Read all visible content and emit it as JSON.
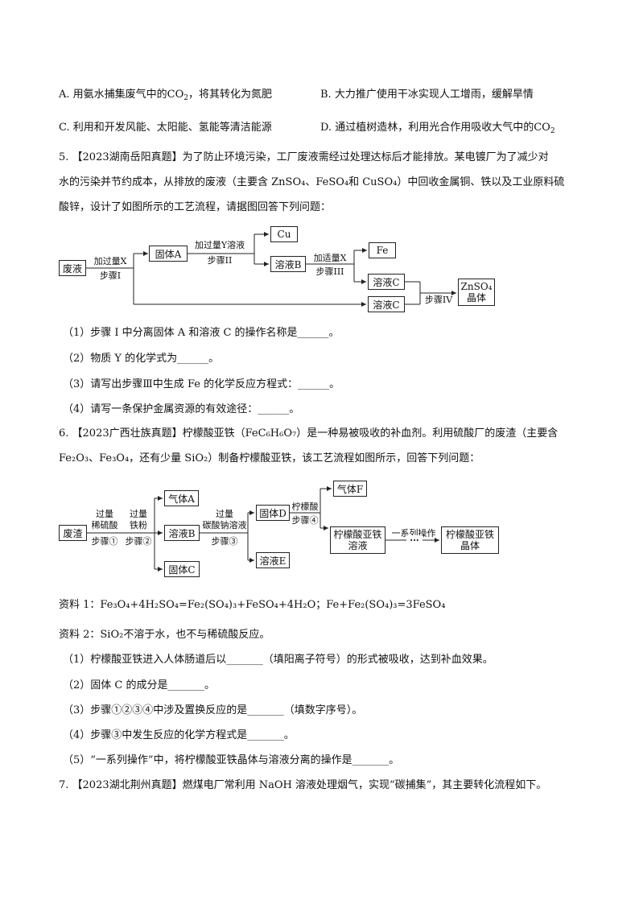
{
  "options": {
    "A": [
      "A.  用氨水捕集废气中的CO",
      "2",
      "，将其转化为氮肥"
    ],
    "B": "B.  大力推广使用干冰实现人工增雨，缓解旱情",
    "C": "C.  利用和开发风能、太阳能、氢能等清洁能源",
    "D": [
      "D.  通过植树造林，利用光合作用吸收大气中的CO",
      "2"
    ]
  },
  "q5": {
    "l1": "5. 【2023湖南岳阳真题】为了防止环境污染，工厂废液需经过处理达标后才能排放。某电镀厂为了减少对",
    "l2": "水的污染并节约成本，从排放的废液（主要含 ZnSO₄、FeSO₄和 CuSO₄）中回收金属铜、铁以及工业原料硫",
    "l3": "酸锌，设计了如图所示的工艺流程，请据图回答下列问题：",
    "flow": {
      "b_waste": "废液",
      "b_solidA": "固体A",
      "b_cu": "Cu",
      "b_solB": "溶液B",
      "b_fe": "Fe",
      "b_solC1": "溶液C",
      "b_solC2": "溶液C",
      "b_znso4": "ZnSO₄",
      "b_znso4b": "晶体",
      "a1_top": "加过量X",
      "a1_bot": "步骤I",
      "a2_top": "加过量Y溶液",
      "a2_bot": "步骤II",
      "a3_top": "加适量X",
      "a3_bot": "步骤III",
      "a4_bot": "步骤IV"
    },
    "s1": "（1）步骤 I 中分离固体 A 和溶液 C 的操作名称是______。",
    "s2": "（2）物质 Y 的化学式为______。",
    "s3": "（3）请写出步骤Ⅲ中生成 Fe 的化学反应方程式：______。",
    "s4": "（4）请写一条保护金属资源的有效途径：______。"
  },
  "q6": {
    "l1": "6. 【2023广西壮族真题】柠檬酸亚铁（FeC₆H₆O₇）是一种易被吸收的补血剂。利用硫酸厂的废渣（主要含",
    "l2": "Fe₂O₃、Fe₃O₄，还有少量 SiO₂）制备柠檬酸亚铁，该工艺流程如图所示，回答下列问题：",
    "flow": {
      "b_slag": "废渣",
      "b_gasA": "气体A",
      "b_solB": "溶液B",
      "b_solidC": "固体C",
      "b_solidD": "固体D",
      "b_solE": "溶液E",
      "b_gasF": "气体F",
      "b_fcs1": "柠檬酸亚铁",
      "b_fcs2": "溶液",
      "b_fcc1": "柠檬酸亚铁",
      "b_fcc2": "晶体",
      "a1_t1": "过量",
      "a1_t2": "稀硫酸",
      "a1_b": "步骤①",
      "a2_t1": "过量",
      "a2_t2": "铁粉",
      "a2_b": "步骤②",
      "a3_t1": "过量",
      "a3_t2": "碳酸钠溶液",
      "a3_b": "步骤③",
      "a4_t": "柠檬酸",
      "a4_b": "步骤④",
      "a5_t": "一系列操作",
      "a5_dots": "···"
    },
    "r1": "资料 1：Fe₃O₄+4H₂SO₄=Fe₂(SO₄)₃+FeSO₄+4H₂O；Fe+Fe₂(SO₄)₃=3FeSO₄",
    "r2": "资料 2：SiO₂不溶于水，也不与稀硫酸反应。",
    "s1": "（1）柠檬酸亚铁进入人体肠道后以_______（填阳离子符号）的形式被吸收，达到补血效果。",
    "s2": "（2）固体 C 的成分是_______。",
    "s3": "（3）步骤①②③④中涉及置换反应的是_______（填数字序号）。",
    "s4": "（4）步骤③中发生反应的化学方程式是_______。",
    "s5": "（5）“一系列操作”中，将柠檬酸亚铁晶体与溶液分离的操作是_______。"
  },
  "q7": {
    "l1": "7. 【2023湖北荆州真题】燃煤电厂常利用 NaOH 溶液处理烟气，实现“碳捕集”，其主要转化流程如下。"
  }
}
